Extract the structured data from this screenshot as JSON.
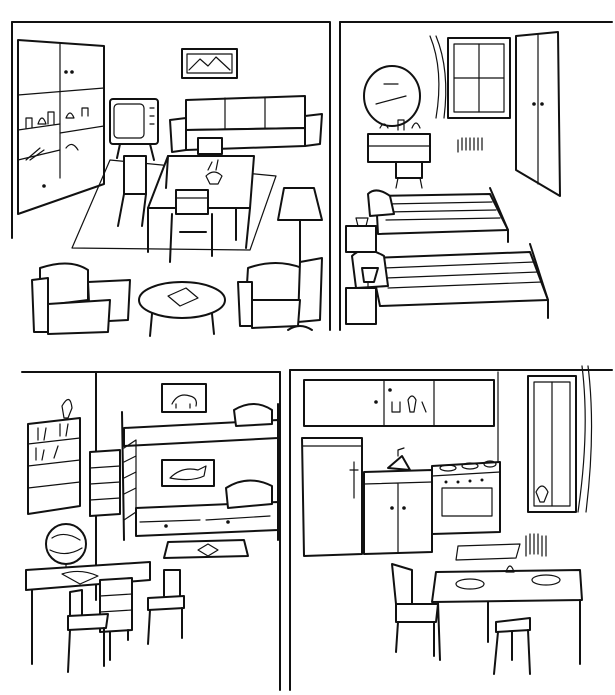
{
  "image": {
    "kind": "line-drawing",
    "style": "black ink on white",
    "palette": {
      "ink": "#111111",
      "paper": "#ffffff"
    }
  },
  "rooms": [
    {
      "id": "living-room",
      "quadrant": "top-left",
      "items": [
        "wall-unit",
        "television",
        "sofa",
        "framed-picture",
        "dining-table",
        "chairs",
        "rug",
        "floor-lamp",
        "armchairs",
        "coffee-table"
      ]
    },
    {
      "id": "bedroom",
      "quadrant": "top-right",
      "items": [
        "window",
        "curtain",
        "round-mirror",
        "dressing-table",
        "stool",
        "radiator",
        "wardrobe",
        "twin-beds",
        "bedside-lamps"
      ]
    },
    {
      "id": "kids-room",
      "quadrant": "bottom-left",
      "items": [
        "bookshelf",
        "bunk-bed",
        "animal-pictures",
        "chest-of-drawers",
        "globe",
        "desk",
        "chairs",
        "rug"
      ]
    },
    {
      "id": "kitchen",
      "quadrant": "bottom-right",
      "items": [
        "wall-cupboards",
        "refrigerator",
        "sink-unit",
        "kettle",
        "stove",
        "window",
        "radiator",
        "table",
        "chair",
        "stool"
      ]
    }
  ]
}
